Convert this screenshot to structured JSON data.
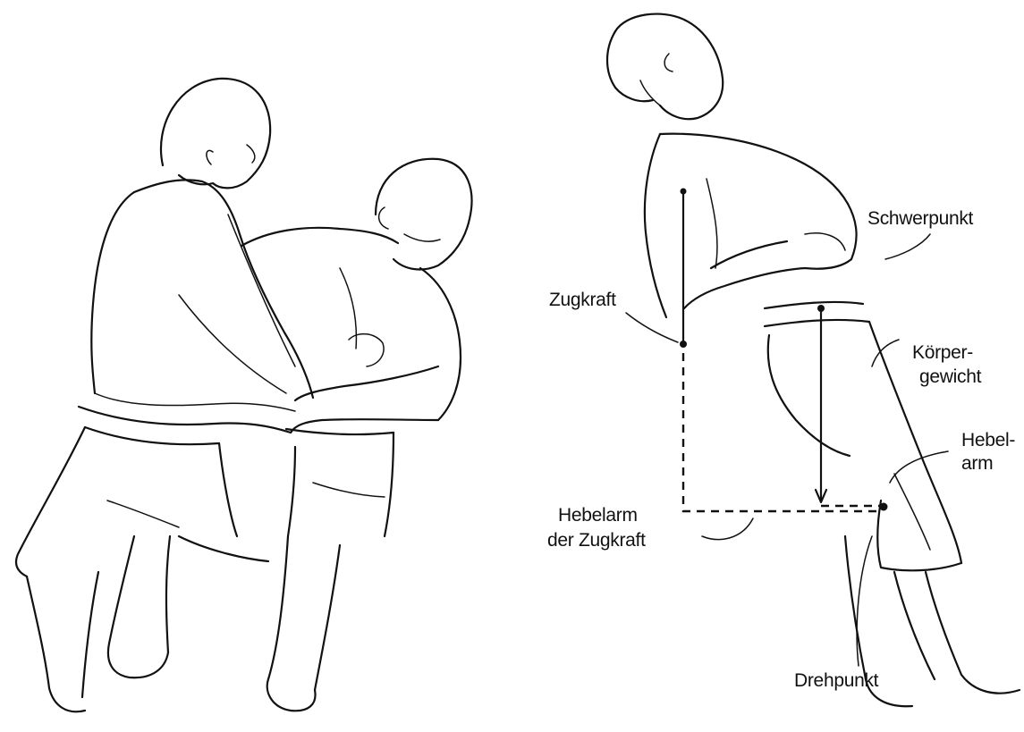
{
  "labels": {
    "schwerpunkt": "Schwerpunkt",
    "zugkraft": "Zugkraft",
    "koerper_line1": "Körper-",
    "koerper_line2": "gewicht",
    "hebel_line1": "Hebel-",
    "hebel_line2": "arm",
    "hebelarm_zug_line1": "Hebelarm",
    "hebelarm_zug_line2": "der Zugkraft",
    "drehpunkt": "Drehpunkt"
  }
}
